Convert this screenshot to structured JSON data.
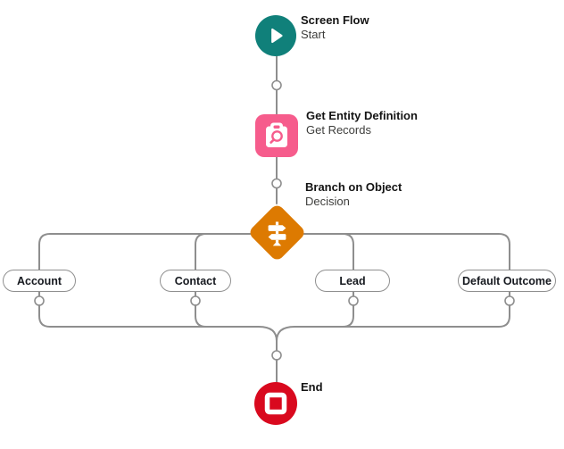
{
  "colors": {
    "start": "#10807A",
    "get_records": "#F65C8C",
    "decision": "#DD7A01",
    "end": "#D9091E",
    "connector": "#8E8E8E"
  },
  "nodes": [
    {
      "title": "Screen Flow",
      "subtitle": "Start",
      "icon": "play-icon"
    },
    {
      "title": "Get Entity Definition",
      "subtitle": "Get Records",
      "icon": "clipboard-search-icon"
    },
    {
      "title": "Branch on Object",
      "subtitle": "Decision",
      "icon": "signpost-icon"
    },
    {
      "title": "End",
      "subtitle": "",
      "icon": "stop-icon"
    }
  ],
  "branches": [
    {
      "label": "Account"
    },
    {
      "label": "Contact"
    },
    {
      "label": "Lead"
    },
    {
      "label": "Default Outcome"
    }
  ]
}
